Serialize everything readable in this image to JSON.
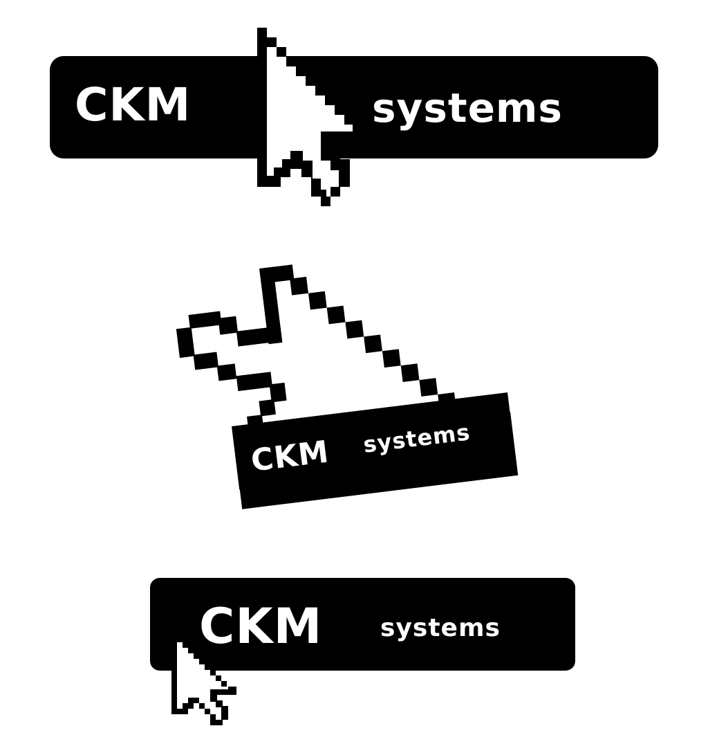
{
  "logos": [
    {
      "name": "horizontal-large",
      "primary_text": "CKM",
      "secondary_text": "systems",
      "icon": "pixel-arrow-cursor-icon"
    },
    {
      "name": "stacked-tilted",
      "primary_text": "CKM",
      "secondary_text": "systems",
      "icon": "pixel-hand-cursor-icon"
    },
    {
      "name": "horizontal-compact",
      "primary_text": "CKM",
      "secondary_text": "systems",
      "icon": "pixel-arrow-cursor-icon"
    }
  ],
  "colors": {
    "background": "#ffffff",
    "logo": "#000000",
    "text": "#ffffff"
  }
}
